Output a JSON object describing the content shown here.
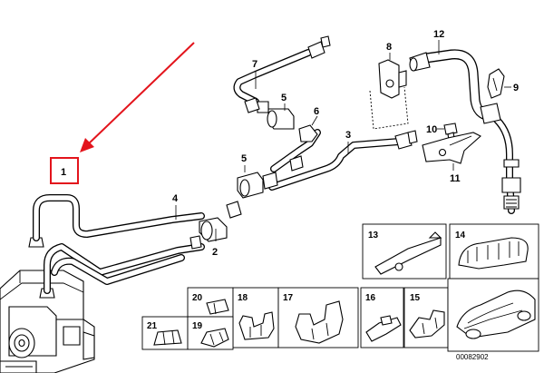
{
  "diagram": {
    "callout_numbers": {
      "p1": "1",
      "p2": "2",
      "p3": "3",
      "p4": "4",
      "p5a": "5",
      "p5b": "5",
      "p6": "6",
      "p7": "7",
      "p8": "8",
      "p9": "9",
      "p10": "10",
      "p11": "11",
      "p12": "12"
    },
    "insets": {
      "i13": "13",
      "i14": "14",
      "i15": "15",
      "i16": "16",
      "i17": "17",
      "i18": "18",
      "i19": "19",
      "i20": "20",
      "i21": "21"
    },
    "drawing_code": "00082902",
    "highlight_color": "#e3141c"
  }
}
